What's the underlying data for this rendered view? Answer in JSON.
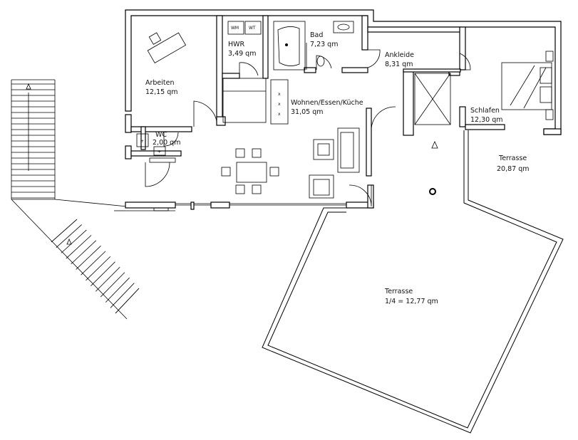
{
  "rooms": {
    "arbeiten": {
      "name": "Arbeiten",
      "area": "12,15 qm"
    },
    "hwr": {
      "name": "HWR",
      "area": "3,49 qm",
      "wm": "WM",
      "wt": "WT"
    },
    "bad": {
      "name": "Bad",
      "area": "7,23 qm"
    },
    "ankleide": {
      "name": "Ankleide",
      "area": "8,31 qm"
    },
    "schlafen": {
      "name": "Schlafen",
      "area": "12,30 qm"
    },
    "wc": {
      "name": "WC",
      "area": "2,00 qm"
    },
    "wohnen": {
      "name": "Wohnen/Essen/Küche",
      "area": "31,05 qm"
    },
    "terrasse_top": {
      "name": "Terrasse",
      "area": "20,87 qm"
    },
    "terrasse_bottom": {
      "name": "Terrasse",
      "area": "1/4 = 12,77 qm"
    }
  }
}
